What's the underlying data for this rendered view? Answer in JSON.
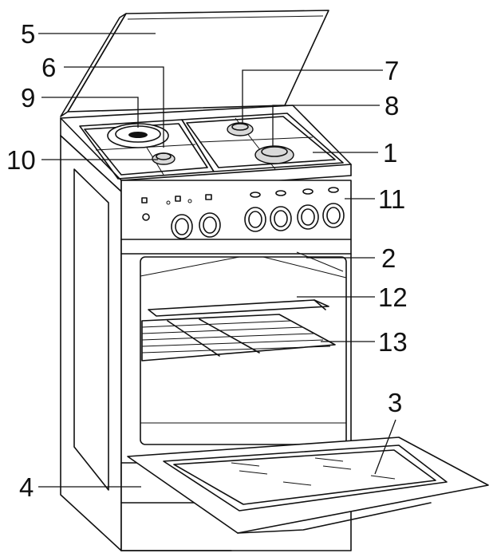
{
  "callouts": [
    {
      "id": "5",
      "label": "5"
    },
    {
      "id": "6",
      "label": "6"
    },
    {
      "id": "9",
      "label": "9"
    },
    {
      "id": "10",
      "label": "10"
    },
    {
      "id": "7",
      "label": "7"
    },
    {
      "id": "8",
      "label": "8"
    },
    {
      "id": "1",
      "label": "1"
    },
    {
      "id": "11",
      "label": "11"
    },
    {
      "id": "2",
      "label": "2"
    },
    {
      "id": "12",
      "label": "12"
    },
    {
      "id": "13",
      "label": "13"
    },
    {
      "id": "3",
      "label": "3"
    },
    {
      "id": "4",
      "label": "4"
    }
  ]
}
